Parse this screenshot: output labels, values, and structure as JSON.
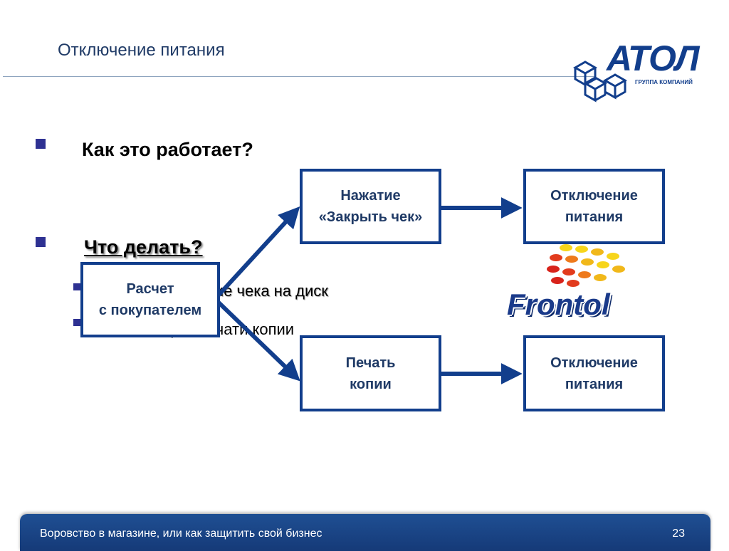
{
  "slide": {
    "title": "Отключение питания",
    "logo": {
      "name": "АТОЛ",
      "subtitle": "ГРУППА КОМПАНИЙ"
    },
    "bullets": {
      "q1": "Как это работает?",
      "q2": "Что делать?",
      "sub1": "Сохранение чека на диск",
      "sub2": "Запрет печати копии"
    },
    "diagram": {
      "start": "Расчет\nс покупателем",
      "top_action": "Нажатие\n«Закрыть чек»",
      "top_result": "Отключение\nпитания",
      "bottom_action": "Печать\nкопии",
      "bottom_result": "Отключение\nпитания"
    },
    "frontol_logo": "Frontol",
    "footer": {
      "text": "Воровство в магазине, или как защитить свой бизнес",
      "page": "23"
    }
  },
  "colors": {
    "accent": "#123e8c",
    "bullet": "#2e3192",
    "title": "#1f3a66"
  }
}
